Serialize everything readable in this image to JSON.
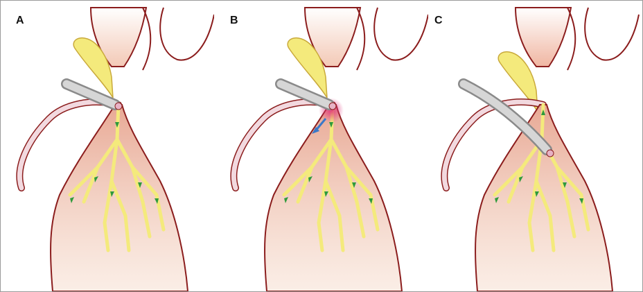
{
  "panels": [
    {
      "label": "A",
      "scope": "short-curved-tip",
      "stent": false
    },
    {
      "label": "B",
      "scope": "short-curved-tip",
      "stent": false,
      "highlight": "magenta-glow",
      "arrow": "blue"
    },
    {
      "label": "C",
      "scope": "long-curved",
      "stent": false
    }
  ],
  "colors": {
    "organ_outline": "#8b1d1d",
    "organ_fill": "#e8b39a",
    "duct": "#f4ea7c",
    "duct_outline": "#c9a93b",
    "flow_arrow": "#2e9a3c",
    "scope": "#b9b9b9",
    "lumen": "#f2cfc1",
    "highlight": "#e0307a",
    "blue_arrow": "#3a78c8"
  }
}
